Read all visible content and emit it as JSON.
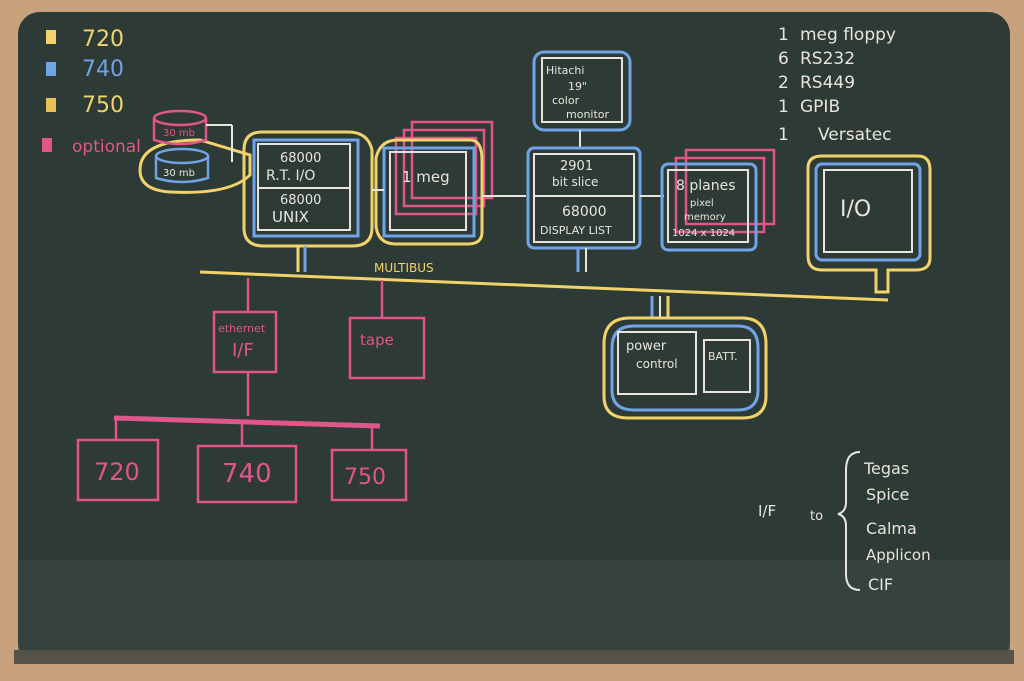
{
  "legend": [
    {
      "label": "720",
      "color": "#f2d36b"
    },
    {
      "label": "740",
      "color": "#6fa4e6"
    },
    {
      "label": "750",
      "color": "#e7c15a"
    },
    {
      "label": "optional",
      "color": "#e0558a"
    }
  ],
  "specs": {
    "lines": [
      {
        "count": "1",
        "item": "meg floppy"
      },
      {
        "count": "6",
        "item": "RS232"
      },
      {
        "count": "2",
        "item": "RS449"
      },
      {
        "count": "1",
        "item": "GPIB"
      },
      {
        "count": "1",
        "item": "Versatec"
      }
    ]
  },
  "disks": {
    "top": "30 mb",
    "bottom": "30 mb"
  },
  "cpu_board": {
    "line1": "68000",
    "line2": "R.T. I/O",
    "line3": "68000",
    "line4": "UNIX"
  },
  "memory_board": {
    "label": "1 meg"
  },
  "monitor": {
    "line1": "Hitachi",
    "line2": "19\"",
    "line3": "color",
    "line4": "monitor"
  },
  "display_board": {
    "line1": "2901",
    "line2": "bit slice",
    "line3": "68000",
    "line4": "DISPLAY LIST"
  },
  "pixel_board": {
    "line1": "8 planes",
    "line2": "pixel",
    "line3": "memory",
    "line4": "1024 x 1024"
  },
  "io_board": {
    "label": "I/O"
  },
  "bus": {
    "label": "MULTIBUS"
  },
  "ethernet": {
    "line1": "ethernet",
    "line2": "I/F"
  },
  "tape": {
    "label": "tape"
  },
  "power": {
    "line1": "power",
    "line2": "control"
  },
  "battery": {
    "label": "BATT."
  },
  "stations": [
    "720",
    "740",
    "750"
  ],
  "interfaces": {
    "prefix": "I/F",
    "to": "to",
    "targets": [
      "Tegas",
      "Spice",
      "Calma",
      "Applicon",
      "CIF"
    ]
  }
}
